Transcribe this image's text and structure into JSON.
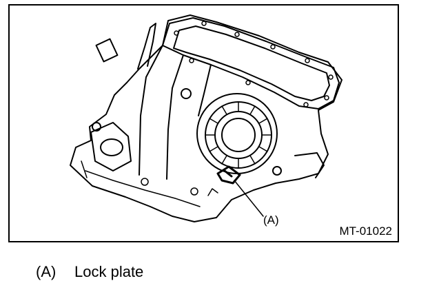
{
  "figure": {
    "code": "MT-01022",
    "callouts": [
      {
        "label": "(A)"
      }
    ]
  },
  "legend": [
    {
      "key": "(A)",
      "text": "Lock plate"
    }
  ],
  "colors": {
    "line": "#000000",
    "background": "#ffffff"
  }
}
